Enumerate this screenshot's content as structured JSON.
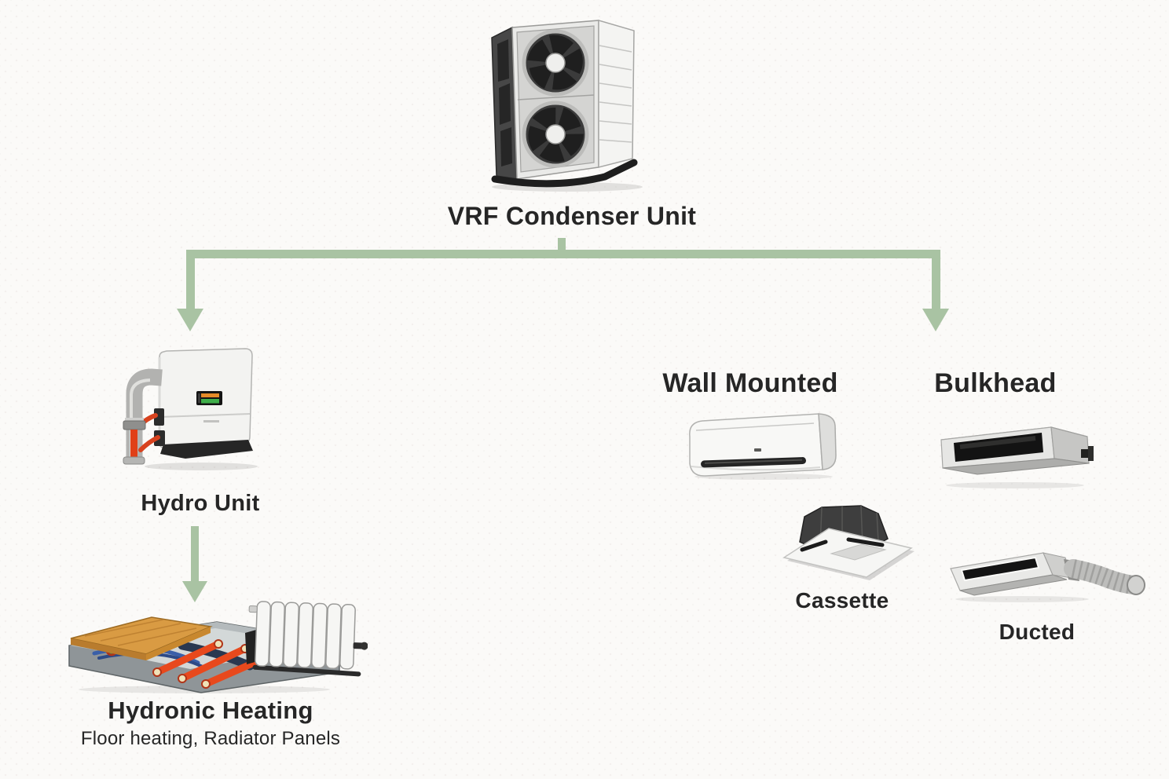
{
  "background_color": "#fbfaf8",
  "connector_color": "#a9c3a3",
  "text_color": "#262626",
  "diagram": {
    "root": {
      "label": "VRF Condenser Unit",
      "icon": "vrf-condenser-outdoor-unit"
    },
    "hydro_branch": {
      "unit": {
        "label": "Hydro Unit",
        "icon": "hydro-unit"
      },
      "output": {
        "label": "Hydronic Heating",
        "sublabel": "Floor heating, Radiator Panels",
        "icon": "floor-heating-and-radiator"
      }
    },
    "indoor_branch": {
      "wall_mounted": {
        "label": "Wall Mounted",
        "icon": "wall-mounted-indoor-unit"
      },
      "bulkhead": {
        "label": "Bulkhead",
        "icon": "bulkhead-indoor-unit"
      },
      "cassette": {
        "label": "Cassette",
        "icon": "cassette-indoor-unit"
      },
      "ducted": {
        "label": "Ducted",
        "icon": "ducted-indoor-unit"
      }
    }
  }
}
